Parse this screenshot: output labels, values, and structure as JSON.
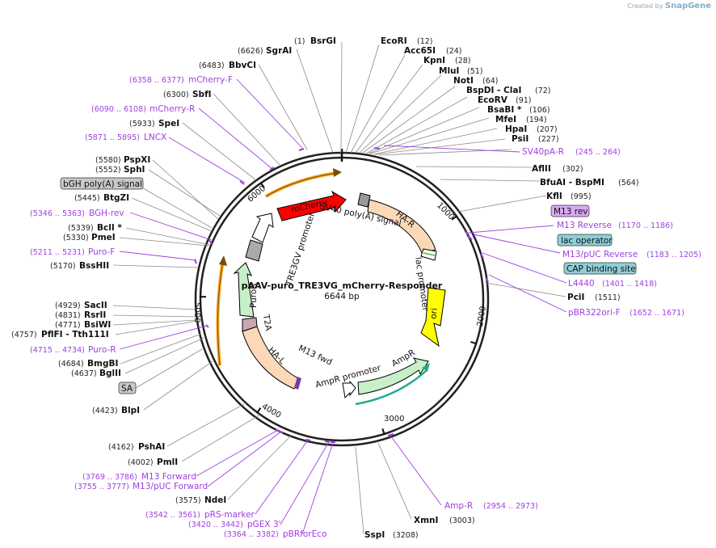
{
  "credit": {
    "prefix": "Created by",
    "brand": "SnapGene"
  },
  "plasmid": {
    "name": "pAAV-puro_TRE3VG_mCherry-Responder",
    "length_label": "6644 bp"
  },
  "ticks": [
    "1000",
    "2000",
    "3000",
    "4000",
    "5000",
    "6000"
  ],
  "enzymes_right": [
    {
      "pos": "(1)",
      "name": "BsrGI"
    },
    {
      "pos": "(12)",
      "name": "EcoRI"
    },
    {
      "pos": "(24)",
      "name": "Acc65I"
    },
    {
      "pos": "(28)",
      "name": "KpnI"
    },
    {
      "pos": "(51)",
      "name": "MluI"
    },
    {
      "pos": "(64)",
      "name": "NotI"
    },
    {
      "pos": "(72)",
      "name": "BspDI - ClaI"
    },
    {
      "pos": "(91)",
      "name": "EcoRV"
    },
    {
      "pos": "(106)",
      "name": "BsaBI *"
    },
    {
      "pos": "(194)",
      "name": "MfeI"
    },
    {
      "pos": "(207)",
      "name": "HpaI"
    },
    {
      "pos": "(227)",
      "name": "PsiI"
    },
    {
      "pos": "(302)",
      "name": "AflII"
    },
    {
      "pos": "(564)",
      "name": "BfuAI - BspMI"
    },
    {
      "pos": "(995)",
      "name": "KflI"
    },
    {
      "pos": "(1511)",
      "name": "PciI"
    },
    {
      "pos": "(3003)",
      "name": "XmnI"
    },
    {
      "pos": "(3208)",
      "name": "SspI"
    }
  ],
  "enzymes_left": [
    {
      "pos": "(6626)",
      "name": "SgrAI"
    },
    {
      "pos": "(6483)",
      "name": "BbvCI"
    },
    {
      "pos": "(6300)",
      "name": "SbfI"
    },
    {
      "pos": "(5933)",
      "name": "SpeI"
    },
    {
      "pos": "(5580)",
      "name": "PspXI"
    },
    {
      "pos": "(5552)",
      "name": "SphI"
    },
    {
      "pos": "(5445)",
      "name": "BtgZI"
    },
    {
      "pos": "(5339)",
      "name": "BclI *"
    },
    {
      "pos": "(5330)",
      "name": "PmeI"
    },
    {
      "pos": "(5170)",
      "name": "BssHII"
    },
    {
      "pos": "(4929)",
      "name": "SacII"
    },
    {
      "pos": "(4831)",
      "name": "RsrII"
    },
    {
      "pos": "(4771)",
      "name": "BsiWI"
    },
    {
      "pos": "(4757)",
      "name": "PflFI - Tth111I"
    },
    {
      "pos": "(4684)",
      "name": "BmgBI"
    },
    {
      "pos": "(4637)",
      "name": "BglII"
    },
    {
      "pos": "(4423)",
      "name": "BlpI"
    },
    {
      "pos": "(4162)",
      "name": "PshAI"
    },
    {
      "pos": "(4002)",
      "name": "PmlI"
    },
    {
      "pos": "(3575)",
      "name": "NdeI"
    }
  ],
  "primers": [
    {
      "name": "SV40pA-R",
      "pos": "(245 .. 264)"
    },
    {
      "name": "M13 Reverse",
      "pos": "(1170 .. 1186)"
    },
    {
      "name": "M13/pUC Reverse",
      "pos": "(1183 .. 1205)"
    },
    {
      "name": "L4440",
      "pos": "(1401 .. 1418)"
    },
    {
      "name": "pBR322ori-F",
      "pos": "(1652 .. 1671)"
    },
    {
      "name": "Amp-R",
      "pos": "(2954 .. 2973)"
    },
    {
      "name": "mCherry-F",
      "pos": "(6358 .. 6377)"
    },
    {
      "name": "mCherry-R",
      "pos": "(6090 .. 6108)"
    },
    {
      "name": "LNCX",
      "pos": "(5871 .. 5895)"
    },
    {
      "name": "BGH-rev",
      "pos": "(5346 .. 5363)"
    },
    {
      "name": "Puro-F",
      "pos": "(5211 .. 5231)"
    },
    {
      "name": "Puro-R",
      "pos": "(4715 .. 4734)"
    },
    {
      "name": "M13 Forward",
      "pos": "(3769 .. 3786)"
    },
    {
      "name": "M13/pUC Forward",
      "pos": "(3755 .. 3777)"
    },
    {
      "name": "pRS-marker",
      "pos": "(3542 .. 3561)"
    },
    {
      "name": "pGEX 3'",
      "pos": "(3420 .. 3442)"
    },
    {
      "name": "pBRforEco",
      "pos": "(3364 .. 3382)"
    }
  ],
  "boxed_labels": [
    "M13 rev",
    "lac operator",
    "CAP binding site",
    "bGH poly(A) signal",
    "SA"
  ],
  "features": [
    "mCherry",
    "SV40 poly(A) signal",
    "HA-R",
    "lac promoter",
    "ori",
    "AmpR",
    "AmpR promoter",
    "M13 fwd",
    "HA-L",
    "T2A",
    "PuroR",
    "TRE3GV promoter"
  ],
  "colors": {
    "primer": "#a040e0",
    "mCherry": "#ff0000",
    "ori": "#ffff00",
    "ampR": "#c8f0c8",
    "ha": "#fbd9b8",
    "boxGray": "#c8c8c8",
    "boxBlue": "#8ecfd6",
    "boxPurple": "#d9a8f5"
  }
}
